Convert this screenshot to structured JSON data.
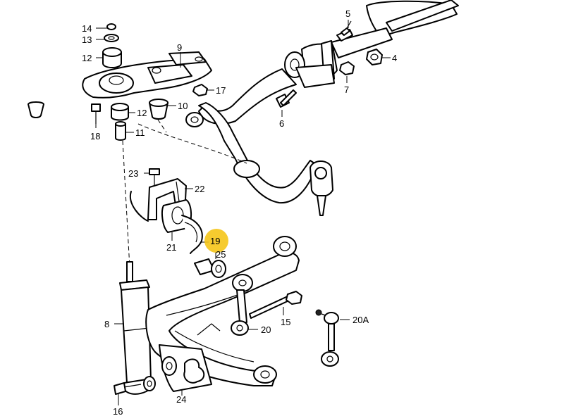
{
  "callouts": {
    "c14": "14",
    "c13": "13",
    "c12a": "12",
    "c9": "9",
    "c17": "17",
    "c10": "10",
    "c12b": "12",
    "c11": "11",
    "c18": "18",
    "c5": "5",
    "c4": "4",
    "c7": "7",
    "c6": "6",
    "c23": "23",
    "c22": "22",
    "c21": "21",
    "c19": "19",
    "c25": "25",
    "c8": "8",
    "c15": "15",
    "c20": "20",
    "c20a": "20A",
    "c24": "24",
    "c16": "16"
  },
  "highlight": {
    "callout": "19",
    "color": "#f5c518"
  }
}
